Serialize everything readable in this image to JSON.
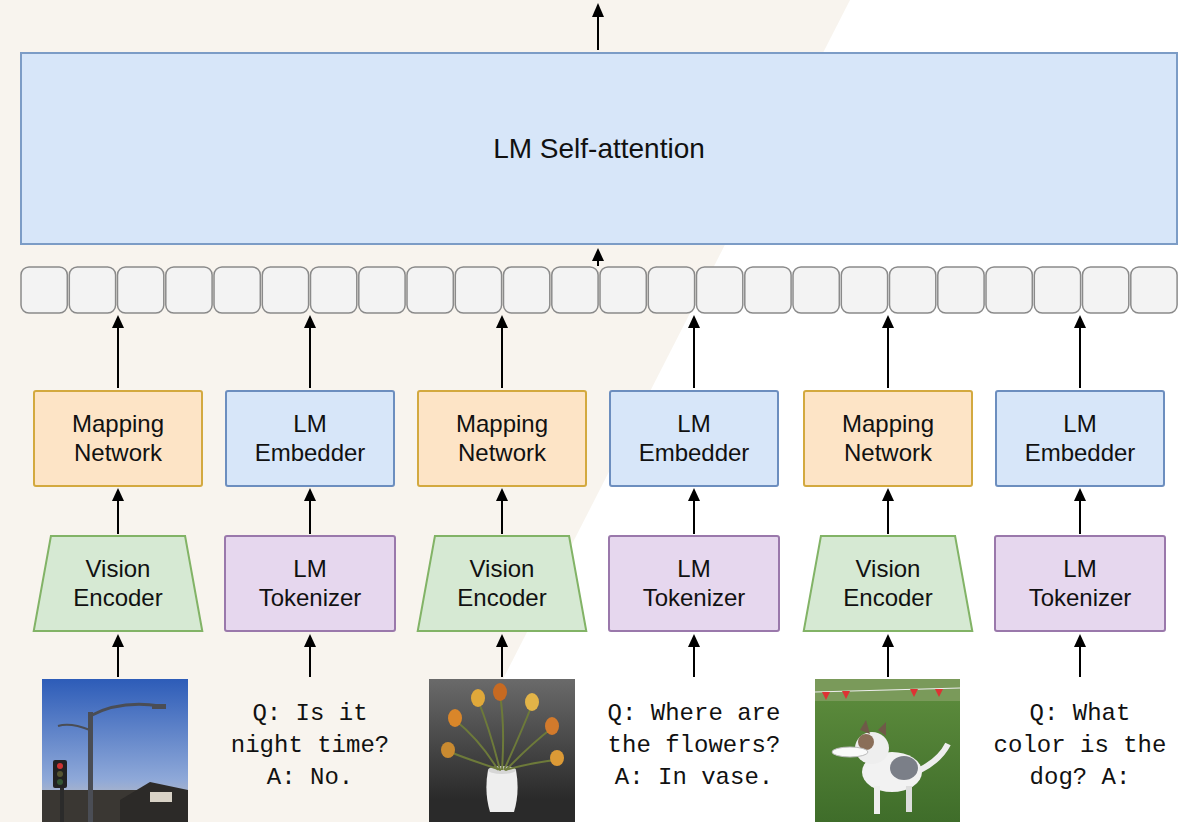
{
  "diagram": {
    "nodes": [
      {
        "text": [
          "LM Self-attention"
        ]
      },
      {
        "text": [
          "Mapping Network"
        ]
      },
      {
        "text": [
          "LM Embedder"
        ]
      },
      {
        "text": [
          "Mapping Network"
        ]
      },
      {
        "text": [
          "LM Embedder"
        ]
      },
      {
        "text": [
          "Mapping Network"
        ]
      },
      {
        "text": [
          "LM Embedder"
        ]
      },
      {
        "text": [
          "Vision Encoder"
        ]
      },
      {
        "text": [
          "LM Tokenizer"
        ]
      },
      {
        "text": [
          "Vision Encoder"
        ]
      },
      {
        "text": [
          "LM Tokenizer"
        ]
      },
      {
        "text": [
          "Vision Encoder"
        ]
      },
      {
        "text": [
          "LM Tokenizer"
        ]
      }
    ],
    "edges": [
      {
        "from": 7,
        "to": 1,
        "arrow": "to"
      },
      {
        "from": 8,
        "to": 2,
        "arrow": "to"
      },
      {
        "from": 9,
        "to": 3,
        "arrow": "to"
      },
      {
        "from": 10,
        "to": 4,
        "arrow": "to"
      },
      {
        "from": 11,
        "to": 5,
        "arrow": "to"
      },
      {
        "from": 12,
        "to": 6,
        "arrow": "to"
      }
    ],
    "labels": [
      "Q: Is it night time? A: No.",
      "Q: Where are the flowers? A: In vase.",
      "Q: What color is the dog? A:"
    ]
  }
}
